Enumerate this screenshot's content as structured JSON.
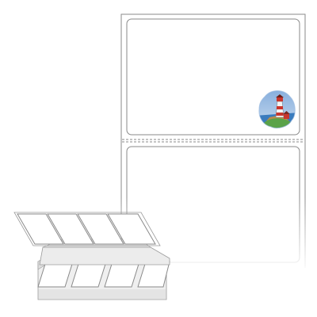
{
  "product_illustration": {
    "label_sheet": {
      "labels": [
        {
          "id": "label-top",
          "has_artwork": true
        },
        {
          "id": "label-bottom",
          "has_artwork": false
        }
      ],
      "perforation": true
    },
    "artwork": {
      "icon": "lighthouse-icon",
      "colors": {
        "sky": "#5f8fc8",
        "sea": "#3a7bbd",
        "tower_red": "#c8352d",
        "tower_white": "#f3f3f3",
        "grass": "#5aa248",
        "rock": "#b88c4a"
      }
    },
    "fanfold_stack": {
      "icon": "fanfold-labels-icon",
      "columns": 4
    },
    "colors": {
      "outline": "#8a8a8a",
      "paper": "#ffffff",
      "shadow": "#d9d9d9"
    }
  }
}
